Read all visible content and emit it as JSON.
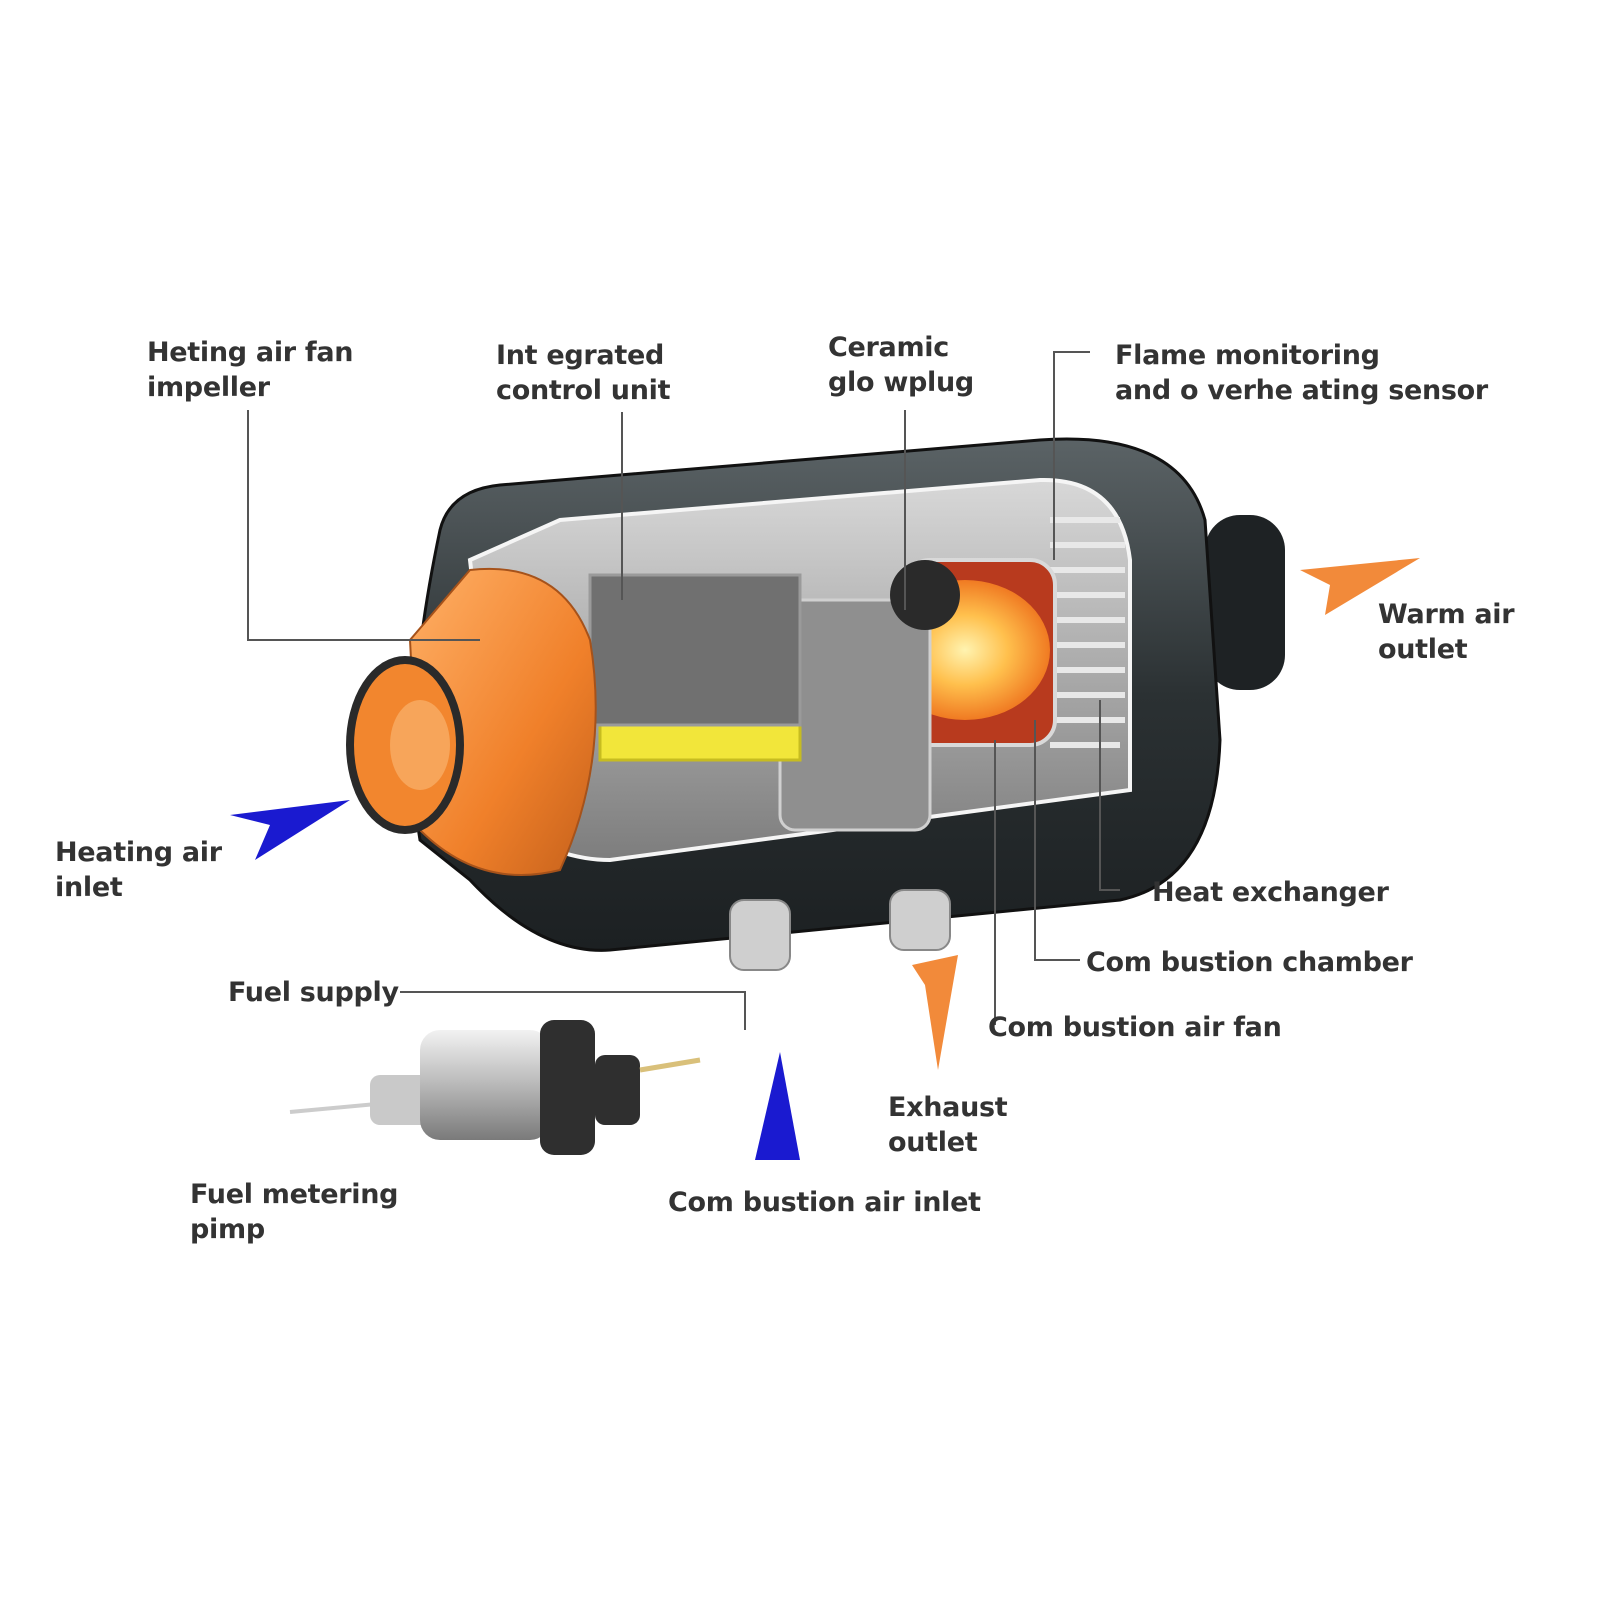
{
  "labels": {
    "fan_impeller": {
      "line1": "Heting air fan",
      "line2": "impeller"
    },
    "control_unit": {
      "line1": "Int egrated",
      "line2": "control unit"
    },
    "glow_plug": {
      "line1": "Ceramic",
      "line2": "glo wplug"
    },
    "flame_sensor": {
      "line1": "Flame monitoring",
      "line2": "and o verhe ating sensor"
    },
    "warm_air_outlet": {
      "line1": "Warm air",
      "line2": "outlet"
    },
    "heating_air_inlet": {
      "line1": "Heating air",
      "line2": "inlet"
    },
    "heat_exchanger": "Heat exchanger",
    "combustion_chamber": "Com bustion chamber",
    "combustion_air_fan": "Com bustion air fan",
    "fuel_supply": "Fuel supply",
    "exhaust_outlet": {
      "line1": "Exhaust",
      "line2": "outlet"
    },
    "fuel_metering_pump": {
      "line1": "Fuel metering",
      "line2": "pimp"
    },
    "combustion_air_inlet": "Com bustion air inlet"
  },
  "colors": {
    "inlet_arrow": "#1a1ad0",
    "outlet_arrow": "#f28a3a",
    "impeller": "#f2862e",
    "casing": "#2e3436",
    "control_unit": "#f2e63a",
    "flame": "#ffb347",
    "leader_line": "#555555"
  }
}
